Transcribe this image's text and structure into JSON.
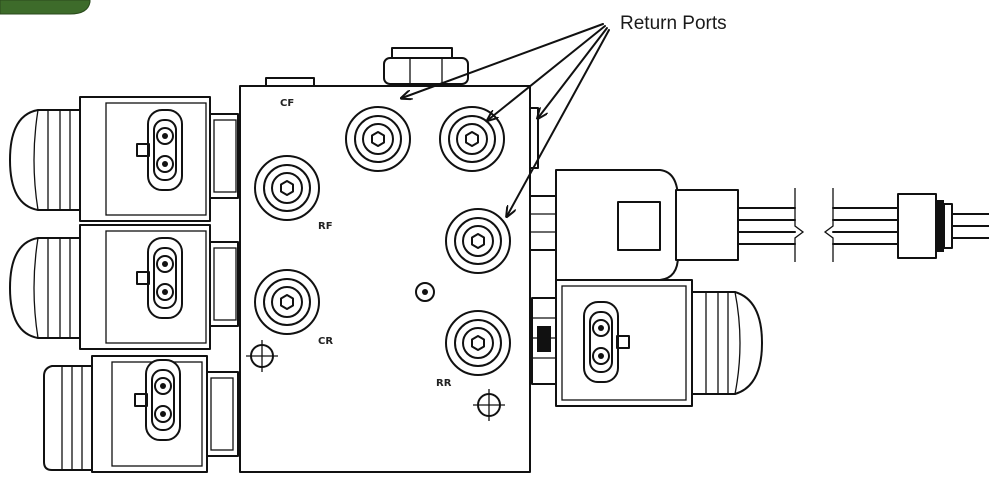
{
  "callout": {
    "label": "Return Ports"
  },
  "port_labels": {
    "cf": "CF",
    "rf": "RF",
    "cr": "CR",
    "rr": "RR"
  },
  "badge": {
    "text": "",
    "color": "#3d6b2a"
  }
}
